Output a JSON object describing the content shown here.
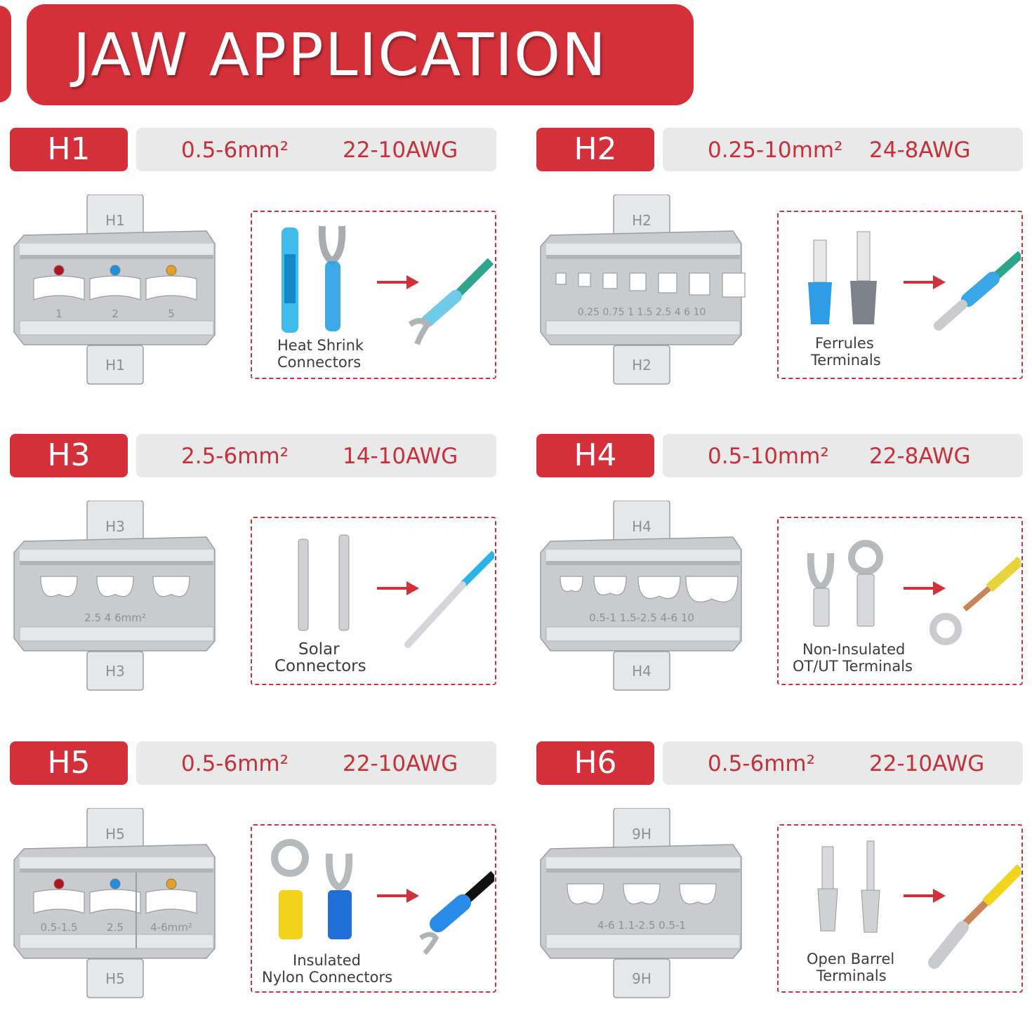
{
  "header": {
    "title": "JAW APPLICATION"
  },
  "sections": [
    {
      "code": "H1",
      "mm": "0.5-6mm²",
      "awg": "22-10AWG",
      "jaw_top_label": "H1",
      "jaw_bottom_label": "H1",
      "jaw_sizes": [
        "1",
        "2",
        "5"
      ],
      "terminal_label_1": "Heat Shrink",
      "terminal_label_2": "Connectors"
    },
    {
      "code": "H2",
      "mm": "0.25-10mm²",
      "awg": "24-8AWG",
      "jaw_top_label": "H2",
      "jaw_bottom_label": "H2",
      "jaw_sizes": [
        "0.25 0.75",
        "1",
        "1.5",
        "2.5",
        "4",
        "6",
        "10"
      ],
      "terminal_label_1": "Ferrules",
      "terminal_label_2": "Terminals"
    },
    {
      "code": "H3",
      "mm": "2.5-6mm²",
      "awg": "14-10AWG",
      "jaw_top_label": "H3",
      "jaw_bottom_label": "H3",
      "jaw_sizes": [
        "2.5",
        "4",
        "6mm²"
      ],
      "terminal_label_1": "Solar",
      "terminal_label_2": "Connectors"
    },
    {
      "code": "H4",
      "mm": "0.5-10mm²",
      "awg": "22-8AWG",
      "jaw_top_label": "H4",
      "jaw_bottom_label": "H4",
      "jaw_sizes": [
        "0.5-1",
        "1.5-2.5",
        "4-6",
        "10"
      ],
      "terminal_label_1": "Non-Insulated",
      "terminal_label_2": "OT/UT Terminals"
    },
    {
      "code": "H5",
      "mm": "0.5-6mm²",
      "awg": "22-10AWG",
      "jaw_top_label": "H5",
      "jaw_bottom_label": "H5",
      "jaw_sizes": [
        "0.5-1.5",
        "2.5",
        "4-6mm²"
      ],
      "terminal_label_1": "Insulated",
      "terminal_label_2": "Nylon Connectors"
    },
    {
      "code": "H6",
      "mm": "0.5-6mm²",
      "awg": "22-10AWG",
      "jaw_top_label": "9H",
      "jaw_bottom_label": "9H",
      "jaw_sizes": [
        "4-6",
        "1.1-2.5",
        "0.5-1"
      ],
      "terminal_label_1": "Open Barrel",
      "terminal_label_2": "Terminals"
    }
  ],
  "colors": {
    "brand_red": "#d3303a",
    "spec_bar_bg": "#e9e9e9",
    "spec_text": "#c6303a",
    "jaw_steel": "#c4c6c9",
    "dot_red": "#b3121e",
    "dot_blue": "#1f8fe0",
    "dot_yellow": "#e8a020"
  },
  "icons": {
    "arrow": "red-right-arrow-icon",
    "jaw": "crimp-die-jaw-icon"
  }
}
